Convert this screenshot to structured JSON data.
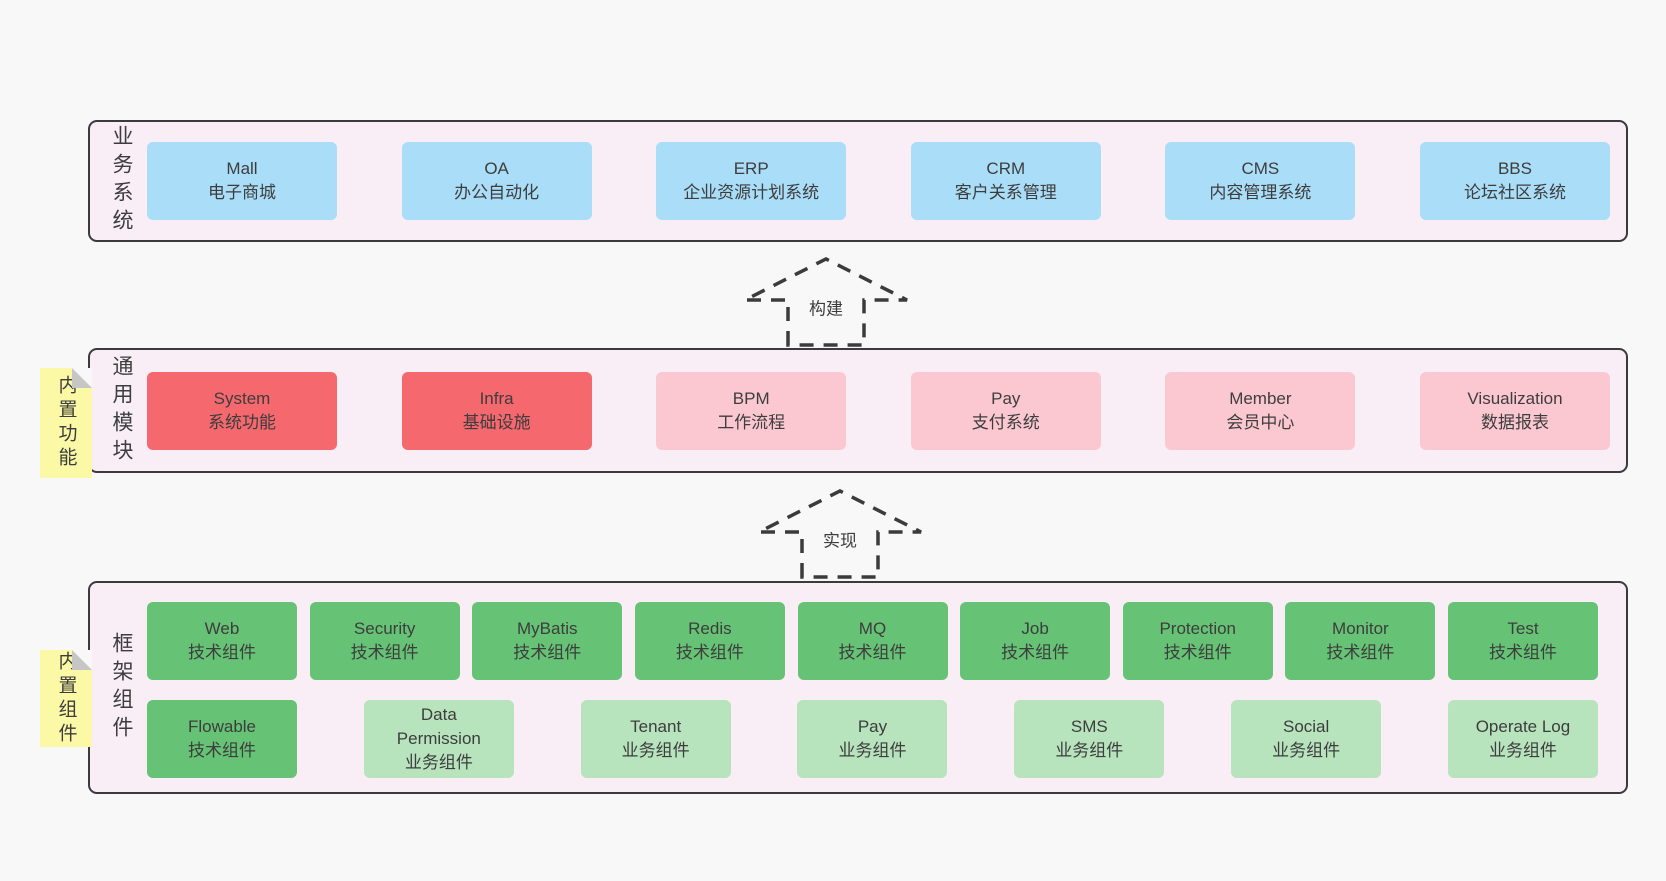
{
  "page": {
    "background": "#f8f8f8"
  },
  "colors": {
    "container_fill": "#f9eef6",
    "container_border": "#3b3b3b",
    "blue_box": "#aaddf7",
    "red_box": "#f4686e",
    "pink_box": "#fbc8d1",
    "green_box": "#66c275",
    "light_green_box": "#b7e3bd",
    "note_yellow": "#fbf9a6",
    "note_fold": "#c6c6c6",
    "text": "#3d3d3d"
  },
  "arrows": [
    {
      "label": "构建"
    },
    {
      "label": "实现"
    }
  ],
  "layers": [
    {
      "label": "业务系统",
      "boxes": [
        {
          "name": "Mall",
          "desc": "电子商城"
        },
        {
          "name": "OA",
          "desc": "办公自动化"
        },
        {
          "name": "ERP",
          "desc": "企业资源计划系统"
        },
        {
          "name": "CRM",
          "desc": "客户关系管理"
        },
        {
          "name": "CMS",
          "desc": "内容管理系统"
        },
        {
          "name": "BBS",
          "desc": "论坛社区系统"
        }
      ]
    },
    {
      "label": "通用模块",
      "note": "内置功能",
      "boxes": [
        {
          "name": "System",
          "desc": "系统功能"
        },
        {
          "name": "Infra",
          "desc": "基础设施"
        },
        {
          "name": "BPM",
          "desc": "工作流程"
        },
        {
          "name": "Pay",
          "desc": "支付系统"
        },
        {
          "name": "Member",
          "desc": "会员中心"
        },
        {
          "name": "Visualization",
          "desc": "数据报表"
        }
      ]
    },
    {
      "label": "框架组件",
      "note": "内置组件",
      "boxes": [
        {
          "name": "Web",
          "desc": "技术组件"
        },
        {
          "name": "Security",
          "desc": "技术组件"
        },
        {
          "name": "MyBatis",
          "desc": "技术组件"
        },
        {
          "name": "Redis",
          "desc": "技术组件"
        },
        {
          "name": "MQ",
          "desc": "技术组件"
        },
        {
          "name": "Job",
          "desc": "技术组件"
        },
        {
          "name": "Protection",
          "desc": "技术组件"
        },
        {
          "name": "Monitor",
          "desc": "技术组件"
        },
        {
          "name": "Test",
          "desc": "技术组件"
        },
        {
          "name": "Flowable",
          "desc": "技术组件"
        },
        {
          "name": "Data Permission",
          "desc": "业务组件"
        },
        {
          "name": "Tenant",
          "desc": "业务组件"
        },
        {
          "name": "Pay",
          "desc": "业务组件"
        },
        {
          "name": "SMS",
          "desc": "业务组件"
        },
        {
          "name": "Social",
          "desc": "业务组件"
        },
        {
          "name": "Operate Log",
          "desc": "业务组件"
        }
      ]
    }
  ]
}
